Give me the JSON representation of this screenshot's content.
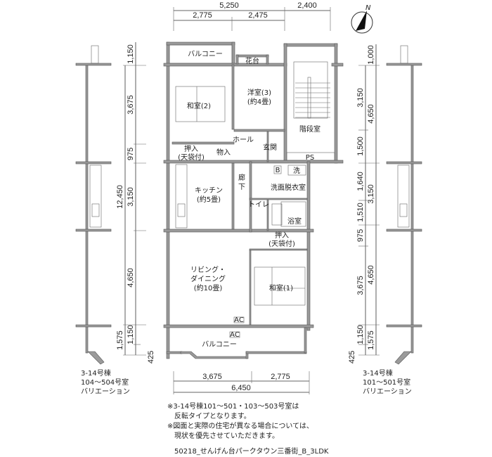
{
  "dimensions": {
    "top": {
      "total_left": "5,250",
      "total_right": "2,400",
      "seg1": "2,775",
      "seg2": "2,475"
    },
    "bottom": {
      "seg1": "3,675",
      "seg2": "2,775",
      "total": "6,450"
    },
    "left": {
      "total": "12,450",
      "outer_bottom": "1,575",
      "segs": [
        "1,150",
        "3,675",
        "975",
        "3,150",
        "4,650",
        "1,150",
        "425"
      ]
    },
    "right": {
      "inner": [
        "3,150",
        "1,500",
        "1,640",
        "1,510",
        "975",
        "3,675",
        "1,150",
        "425"
      ],
      "outer": [
        "1,000",
        "4,650",
        "3,150",
        "4,650",
        "1,575"
      ]
    }
  },
  "compass": {
    "label": "N"
  },
  "rooms": {
    "balcony_top": "バルコニー",
    "flower_bed": "花台",
    "washitsu2": "和室(2)",
    "youshitsu3": "洋室(3)",
    "youshitsu3_size": "(約4畳)",
    "stairwell": "階段室",
    "hall": "ホール",
    "entrance": "玄関",
    "closet_left": "押入",
    "closet_left_sub": "(天袋付)",
    "storage": "物入",
    "ps": "PS",
    "kitchen": "キッチン",
    "kitchen_size": "(約5畳)",
    "corridor_1": "廊",
    "corridor_2": "下",
    "boiler": "B",
    "washer": "洗",
    "washroom": "洗面脱衣室",
    "toilet": "トイレ",
    "bath": "浴室",
    "closet_right": "押入",
    "closet_right_sub": "(天袋付)",
    "living_1": "リビング・",
    "living_2": "ダイニング",
    "living_size": "(約10畳)",
    "washitsu1": "和室(1)",
    "ac1": "AC",
    "ac2": "AC",
    "balcony_bottom": "バルコニー"
  },
  "variations": {
    "left": {
      "line1": "3-14号棟",
      "line2": "104～504号室",
      "line3": "バリエーション"
    },
    "right": {
      "line1": "3-14号棟",
      "line2": "101～501号室",
      "line3": "バリエーション"
    }
  },
  "notes": [
    "※3-14号棟101～501・103～503号室は",
    "反転タイプとなります。",
    "※図面と実際の住宅が異なる場合については、",
    "現状を優先させていただきます。"
  ],
  "footer": "50218_せんげん台パークタウン三番街_B_3LDK"
}
